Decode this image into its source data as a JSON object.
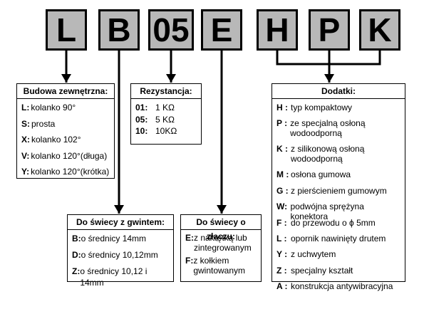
{
  "code_letters": [
    "L",
    "B",
    "05",
    "E",
    "H",
    "P",
    "K"
  ],
  "panels": {
    "budowa": {
      "title": "Budowa zewnętrzna:",
      "items": [
        {
          "key": "L:",
          "value": "kolanko 90°"
        },
        {
          "key": "S:",
          "value": "prosta"
        },
        {
          "key": "X:",
          "value": "kolanko 102°"
        },
        {
          "key": "V:",
          "value": "kolanko 120°(długa)"
        },
        {
          "key": "Y:",
          "value": "kolanko 120°(krótka)"
        }
      ]
    },
    "rezystancja": {
      "title": "Rezystancja:",
      "items": [
        {
          "key": "01:",
          "value": "1 KΩ"
        },
        {
          "key": "05:",
          "value": "5 KΩ"
        },
        {
          "key": "10:",
          "value": "10KΩ"
        }
      ]
    },
    "gwint": {
      "title": "Do świecy z gwintem:",
      "items": [
        {
          "key": "B:",
          "value": "o średnicy 14mm"
        },
        {
          "key": "D:",
          "value": "o średnicy 10,12mm"
        },
        {
          "key": "Z:",
          "value": "o średnicy 10,12 i 14mm"
        }
      ]
    },
    "zlacze": {
      "title": "Do świecy o złączu:",
      "items": [
        {
          "key": "E:",
          "value": "z nakrętką lub zintegrowanym"
        },
        {
          "key": "F:",
          "value": "z kołkiem gwintowanym"
        }
      ]
    },
    "dodatki": {
      "title": "Dodatki:",
      "items": [
        {
          "key": "H :",
          "value": "typ kompaktowy"
        },
        {
          "key": "P :",
          "value": "ze specjalną osłoną wodoodporną"
        },
        {
          "key": "K :",
          "value": "z silikonową osłoną wodoodporną"
        },
        {
          "key": "M :",
          "value": "osłona gumowa"
        },
        {
          "key": "G :",
          "value": "z pierścieniem gumowym"
        },
        {
          "key": "W:",
          "value": "podwójna sprężyna konektora"
        },
        {
          "key": "F :",
          "value": "do przewodu o ϕ 5mm"
        },
        {
          "key": "L :",
          "value": "opornik nawinięty drutem"
        },
        {
          "key": "Y :",
          "value": "z uchwytem"
        },
        {
          "key": "Z :",
          "value": "specjalny kształt"
        },
        {
          "key": "A :",
          "value": "konstrukcja antywibracyjna"
        }
      ]
    }
  }
}
